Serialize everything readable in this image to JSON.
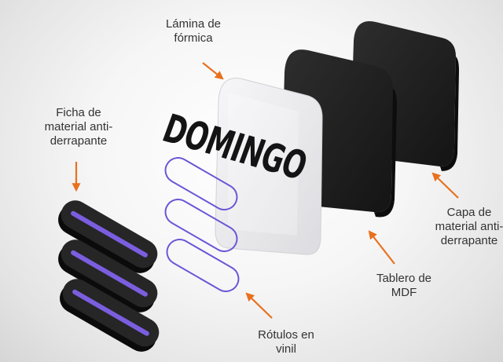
{
  "labels": {
    "formica": "Lámina de\nfórmica",
    "ficha": "Ficha de\nmaterial anti-\nderrapante",
    "capa": "Capa de\nmaterial anti-\nderrapante",
    "tablero": "Tablero de\nMDF",
    "rotulos": "Rótulos en\nvinil"
  },
  "brand_text": "DOMINGO",
  "colors": {
    "arrow": "#e8711e",
    "accent_purple": "#7b5ee0",
    "dark_panel": "#1c1c1c",
    "formica": "#e9e9ec",
    "label_text": "#333333"
  }
}
